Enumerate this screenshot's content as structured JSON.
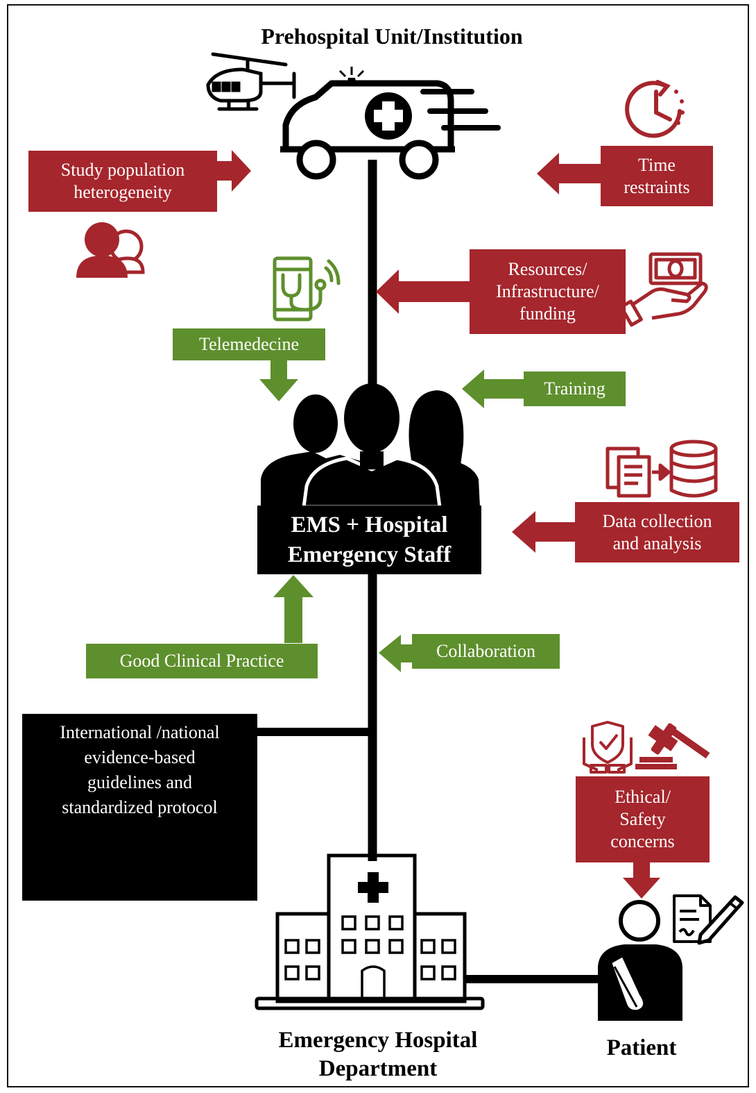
{
  "diagram": {
    "top_title": "Prehospital Unit/Institution",
    "staff_box": "EMS + Hospital\nEmergency Staff",
    "hospital_label": "Emergency Hospital\nDepartment",
    "patient_label": "Patient",
    "guidelines_box": "International /national\nevidence-based\nguidelines and\nstandardized protocol",
    "barriers": {
      "study_population": "Study population\nheterogeneity",
      "time_restraints": "Time\nrestraints",
      "resources": "Resources/\nInfrastructure/\nfunding",
      "data_collection": "Data collection\nand analysis",
      "ethical_safety": "Ethical/\nSafety\nconcerns"
    },
    "facilitators": {
      "telemedicine": "Telemedecine",
      "training": "Training",
      "good_clinical_practice": "Good Clinical Practice",
      "collaboration": "Collaboration"
    },
    "colors": {
      "barrier": "#a5262c",
      "facilitator": "#5e8f2d",
      "structure": "#000000"
    },
    "icons": [
      "helicopter-icon",
      "ambulance-icon",
      "clock-icon",
      "people-icon",
      "telemedicine-phone-icon",
      "money-hand-icon",
      "staff-silhouettes-icon",
      "documents-database-icon",
      "medicine-bottle-icon",
      "protection-hands-icon",
      "gavel-icon",
      "hospital-building-icon",
      "patient-icon",
      "signed-document-icon"
    ]
  }
}
